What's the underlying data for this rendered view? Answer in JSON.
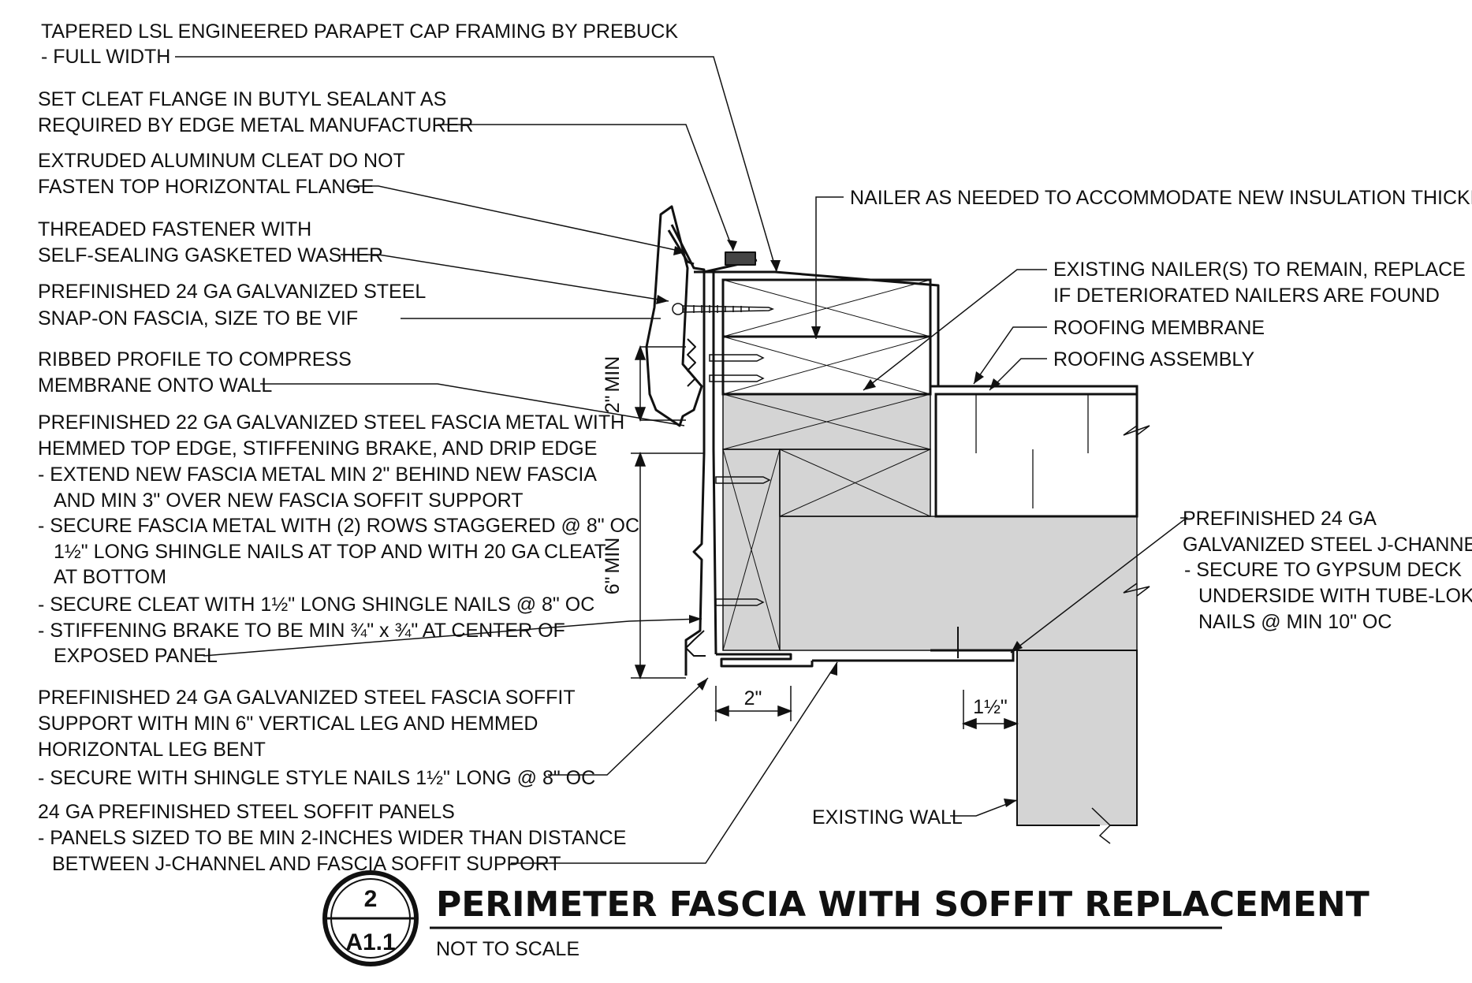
{
  "notes": [
    {
      "lines": [
        "TAPERED LSL ENGINEERED PARAPET CAP FRAMING BY PREBUCK",
        "- FULL WIDTH"
      ]
    },
    {
      "lines": [
        "SET CLEAT FLANGE IN BUTYL SEALANT AS",
        "REQUIRED BY EDGE METAL MANUFACTURER"
      ]
    },
    {
      "lines": [
        "EXTRUDED ALUMINUM CLEAT DO NOT",
        "FASTEN TOP HORIZONTAL FLANGE"
      ]
    },
    {
      "lines": [
        "THREADED FASTENER WITH",
        "SELF-SEALING GASKETED WASHER"
      ]
    },
    {
      "lines": [
        "PREFINISHED 24 GA GALVANIZED STEEL",
        "SNAP-ON FASCIA, SIZE TO BE VIF"
      ]
    },
    {
      "lines": [
        "RIBBED PROFILE TO COMPRESS",
        "MEMBRANE ONTO WALL"
      ]
    },
    {
      "lines": [
        "PREFINISHED 22 GA GALVANIZED STEEL FASCIA METAL WITH",
        "HEMMED TOP EDGE, STIFFENING BRAKE, AND DRIP EDGE",
        "- EXTEND NEW FASCIA METAL MIN 2\" BEHIND NEW FASCIA",
        "AND MIN 3\" OVER NEW FASCIA SOFFIT SUPPORT",
        "- SECURE FASCIA METAL WITH (2) ROWS STAGGERED @ 8\" OC",
        "1½\" LONG SHINGLE NAILS AT TOP AND WITH 20 GA CLEAT",
        "AT BOTTOM",
        "- SECURE CLEAT WITH 1½\" LONG SHINGLE NAILS @ 8\" OC",
        "- STIFFENING BRAKE TO BE MIN ¾\" x ¾\" AT CENTER OF",
        "EXPOSED PANEL"
      ]
    },
    {
      "lines": [
        "PREFINISHED 24 GA GALVANIZED STEEL FASCIA SOFFIT",
        "SUPPORT WITH MIN 6\" VERTICAL LEG AND HEMMED",
        "HORIZONTAL LEG BENT",
        "- SECURE WITH SHINGLE STYLE NAILS 1½\" LONG @ 8\" OC"
      ]
    },
    {
      "lines": [
        "24 GA PREFINISHED STEEL SOFFIT PANELS",
        "- PANELS SIZED TO BE MIN 2-INCHES WIDER THAN DISTANCE",
        "BETWEEN J-CHANNEL AND FASCIA SOFFIT SUPPORT"
      ]
    },
    {
      "lines": [
        "NAILER AS NEEDED TO ACCOMMODATE NEW INSULATION THICKNESS"
      ]
    },
    {
      "lines": [
        "EXISTING NAILER(S) TO REMAIN, REPLACE",
        "IF DETERIORATED NAILERS ARE FOUND"
      ]
    },
    {
      "lines": [
        "ROOFING MEMBRANE"
      ]
    },
    {
      "lines": [
        "ROOFING ASSEMBLY"
      ]
    },
    {
      "lines": [
        "PREFINISHED 24 GA",
        "GALVANIZED STEEL J-CHANNEL",
        "- SECURE TO GYPSUM DECK",
        "UNDERSIDE WITH TUBE-LOK",
        "NAILS @ MIN 10\" OC"
      ]
    },
    {
      "lines": [
        "EXISTING WALL"
      ]
    }
  ],
  "dimensions": {
    "two_min": "2\"",
    "two_min_suffix": "MIN",
    "six_min": "6\"",
    "six_min_suffix": "MIN",
    "two_in": "2\"",
    "one_half": "1½\""
  },
  "title_block": {
    "detail_number": "2",
    "sheet_number": "A1.1",
    "title": "PERIMETER FASCIA WITH SOFFIT REPLACEMENT",
    "scale": "NOT TO SCALE"
  },
  "colors": {
    "line": "#111111",
    "fill_gray": "#d4d4d4",
    "background": "#ffffff"
  }
}
